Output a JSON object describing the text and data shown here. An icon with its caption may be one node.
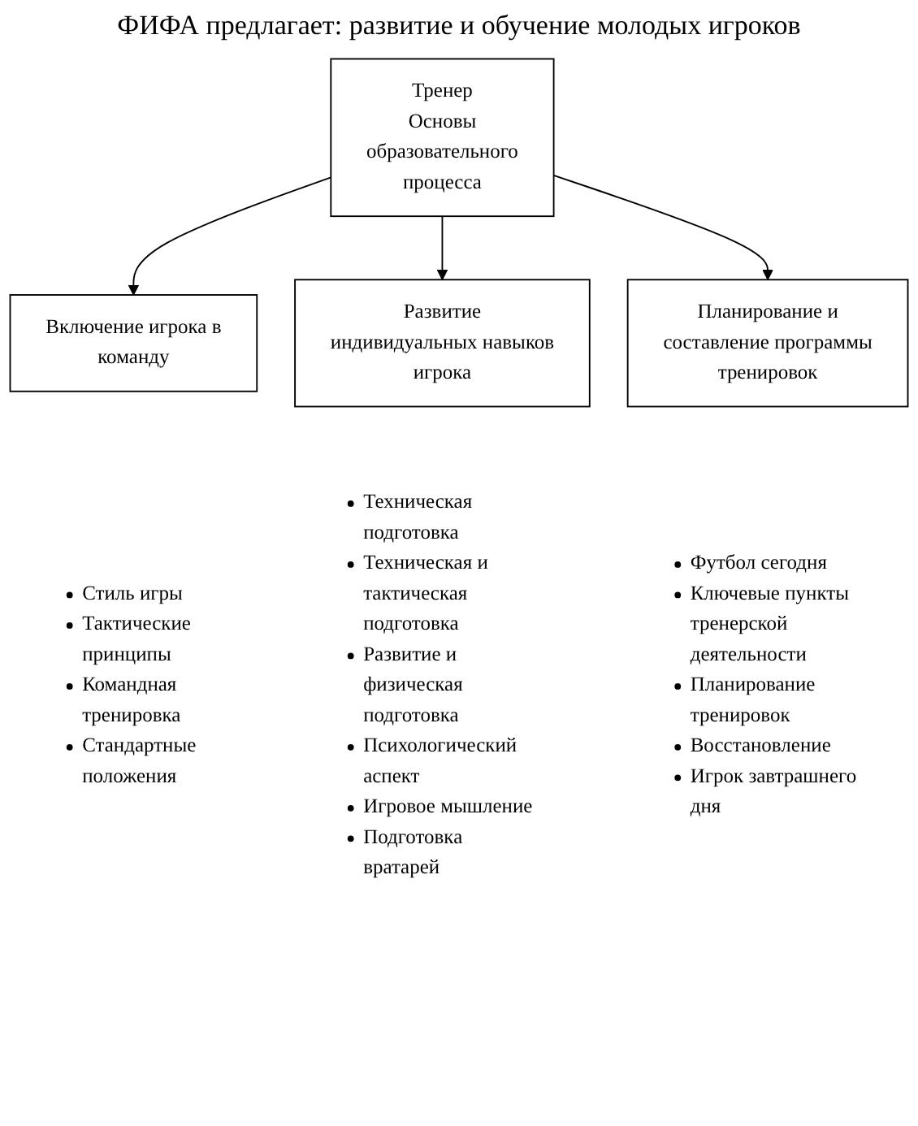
{
  "diagram": {
    "title": "ФИФА предлагает: развитие и обучение молодых игроков",
    "nodes": [
      {
        "text": [
          "Тренер",
          "Основы образовательного процесса"
        ]
      },
      {
        "text": [
          "Включение игрока в команду"
        ],
        "beside": [
          "Стиль игры",
          "Тактические принципы",
          "Командная тренировка",
          "Стандартные положения"
        ]
      },
      {
        "text": [
          "Развитие индивидуальных навыков игрока"
        ],
        "beside": [
          "Техническая подготовка",
          "Техническая и тактическая подготовка",
          "Развитие и физическая подготовка",
          "Психологический аспект",
          "Игровое мышление",
          "Подготовка вратарей"
        ]
      },
      {
        "text": [
          "Планирование и составление программы тренировок"
        ],
        "beside": [
          "Футбол сегодня",
          "Ключевые пункты тренерской деятельности",
          "Планирование тренировок",
          "Восстановление",
          "Игрок завтрашнего дня"
        ]
      }
    ],
    "edges": [
      {
        "from": 0,
        "to": 1,
        "arrow": "to"
      },
      {
        "from": 0,
        "to": 2,
        "arrow": "to"
      },
      {
        "from": 0,
        "to": 3,
        "arrow": "to"
      }
    ]
  }
}
